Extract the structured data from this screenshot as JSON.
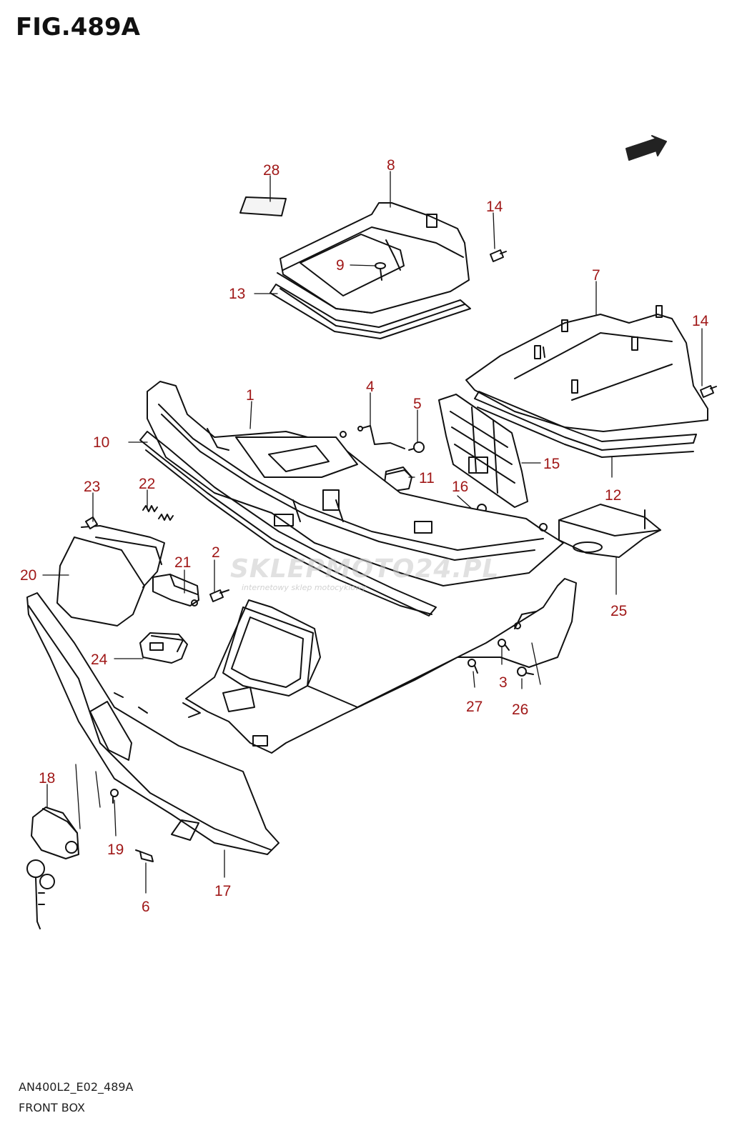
{
  "figure": {
    "title": "FIG.489A",
    "code": "AN400L2_E02_489A",
    "name": "FRONT BOX",
    "watermark": "SKLEPMOTO24.PL",
    "watermark_sub": "internetowy sklep motocyklowy"
  },
  "colors": {
    "label": "#a01818",
    "line": "#111111",
    "watermark": "#c8c8c8"
  },
  "icons": {
    "direction": "direction-arrow-icon",
    "key": "key-icon"
  },
  "callouts": [
    "1",
    "2",
    "3",
    "5",
    "6",
    "7",
    "8",
    "9",
    "10",
    "11",
    "12",
    "13",
    "14",
    "14",
    "15",
    "16",
    "17",
    "18",
    "19",
    "20",
    "21",
    "22",
    "23",
    "24",
    "25",
    "26",
    "27",
    "28"
  ]
}
